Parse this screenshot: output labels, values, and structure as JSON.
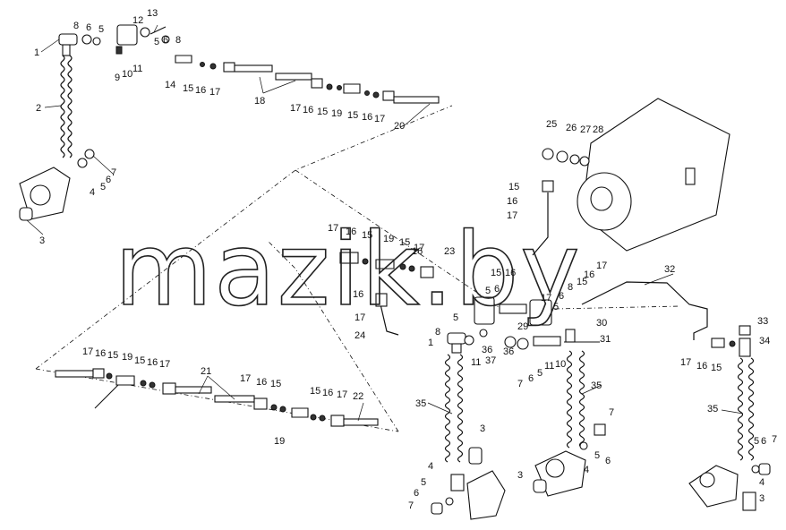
{
  "watermark": "mazik.by",
  "labels": [
    {
      "id": "l1a",
      "text": "1"
    },
    {
      "id": "l2",
      "text": "2"
    },
    {
      "id": "l3a",
      "text": "3"
    },
    {
      "id": "l4a",
      "text": "4"
    },
    {
      "id": "l5a",
      "text": "5"
    },
    {
      "id": "l6a",
      "text": "6"
    },
    {
      "id": "l7a",
      "text": "7"
    },
    {
      "id": "l8a",
      "text": "8"
    },
    {
      "id": "l6b",
      "text": "6"
    },
    {
      "id": "l5b",
      "text": "5"
    },
    {
      "id": "l12a",
      "text": "12"
    },
    {
      "id": "l13",
      "text": "13"
    },
    {
      "id": "l9",
      "text": "9"
    },
    {
      "id": "l10a",
      "text": "10"
    },
    {
      "id": "l11a",
      "text": "11"
    },
    {
      "id": "l5c",
      "text": "5"
    },
    {
      "id": "l6c",
      "text": "6"
    },
    {
      "id": "l8b",
      "text": "8"
    },
    {
      "id": "l14",
      "text": "14"
    },
    {
      "id": "l15a",
      "text": "15"
    },
    {
      "id": "l16a",
      "text": "16"
    },
    {
      "id": "l17a",
      "text": "17"
    },
    {
      "id": "l18",
      "text": "18"
    },
    {
      "id": "l17b",
      "text": "17"
    },
    {
      "id": "l16b",
      "text": "16"
    },
    {
      "id": "l15b",
      "text": "15"
    },
    {
      "id": "l19a",
      "text": "19"
    },
    {
      "id": "l15c",
      "text": "15"
    },
    {
      "id": "l16c",
      "text": "16"
    },
    {
      "id": "l17c",
      "text": "17"
    },
    {
      "id": "l20",
      "text": "20"
    },
    {
      "id": "l25",
      "text": "25"
    },
    {
      "id": "l26",
      "text": "26"
    },
    {
      "id": "l27",
      "text": "27"
    },
    {
      "id": "l28",
      "text": "28"
    },
    {
      "id": "l15d",
      "text": "15"
    },
    {
      "id": "l16d",
      "text": "16"
    },
    {
      "id": "l17d",
      "text": "17"
    },
    {
      "id": "l17e",
      "text": "17"
    },
    {
      "id": "l16e",
      "text": "16"
    },
    {
      "id": "l15e",
      "text": "15"
    },
    {
      "id": "l19b",
      "text": "19"
    },
    {
      "id": "l15f",
      "text": "15"
    },
    {
      "id": "l17f",
      "text": "17"
    },
    {
      "id": "l23",
      "text": "23"
    },
    {
      "id": "l16f",
      "text": "16"
    },
    {
      "id": "l16g",
      "text": "16"
    },
    {
      "id": "l17g",
      "text": "17"
    },
    {
      "id": "l24",
      "text": "24"
    },
    {
      "id": "l15g",
      "text": "15"
    },
    {
      "id": "l16h",
      "text": "16"
    },
    {
      "id": "l5d",
      "text": "5"
    },
    {
      "id": "l6d",
      "text": "6"
    },
    {
      "id": "l17h",
      "text": "17"
    },
    {
      "id": "l8c",
      "text": "8"
    },
    {
      "id": "l6e",
      "text": "6"
    },
    {
      "id": "l5e",
      "text": "5"
    },
    {
      "id": "l16i",
      "text": "16"
    },
    {
      "id": "l17i",
      "text": "17"
    },
    {
      "id": "l15h",
      "text": "15"
    },
    {
      "id": "l32",
      "text": "32"
    },
    {
      "id": "l29",
      "text": "29"
    },
    {
      "id": "l30",
      "text": "30"
    },
    {
      "id": "l5f",
      "text": "5"
    },
    {
      "id": "l8d",
      "text": "8"
    },
    {
      "id": "l1b",
      "text": "1"
    },
    {
      "id": "l36a",
      "text": "36"
    },
    {
      "id": "l37",
      "text": "37"
    },
    {
      "id": "l11b",
      "text": "11"
    },
    {
      "id": "l36b",
      "text": "36"
    },
    {
      "id": "l10b",
      "text": "10"
    },
    {
      "id": "l11c",
      "text": "11"
    },
    {
      "id": "l31",
      "text": "31"
    },
    {
      "id": "l7b",
      "text": "7"
    },
    {
      "id": "l6f",
      "text": "6"
    },
    {
      "id": "l5g",
      "text": "5"
    },
    {
      "id": "l33",
      "text": "33"
    },
    {
      "id": "l34",
      "text": "34"
    },
    {
      "id": "l17j",
      "text": "17"
    },
    {
      "id": "l16j",
      "text": "16"
    },
    {
      "id": "l15i",
      "text": "15"
    },
    {
      "id": "l17k",
      "text": "17"
    },
    {
      "id": "l16k",
      "text": "16"
    },
    {
      "id": "l15j",
      "text": "15"
    },
    {
      "id": "l19c",
      "text": "19"
    },
    {
      "id": "l15k",
      "text": "15"
    },
    {
      "id": "l16l",
      "text": "16"
    },
    {
      "id": "l17l",
      "text": "17"
    },
    {
      "id": "l21",
      "text": "21"
    },
    {
      "id": "l17m",
      "text": "17"
    },
    {
      "id": "l16m",
      "text": "16"
    },
    {
      "id": "l15l",
      "text": "15"
    },
    {
      "id": "l15m",
      "text": "15"
    },
    {
      "id": "l16n",
      "text": "16"
    },
    {
      "id": "l17n",
      "text": "17"
    },
    {
      "id": "l22",
      "text": "22"
    },
    {
      "id": "l19d",
      "text": "19"
    },
    {
      "id": "l35a",
      "text": "35"
    },
    {
      "id": "l35b",
      "text": "35"
    },
    {
      "id": "l35c",
      "text": "35"
    },
    {
      "id": "l3b",
      "text": "3"
    },
    {
      "id": "l4b",
      "text": "4"
    },
    {
      "id": "l5h",
      "text": "5"
    },
    {
      "id": "l6g",
      "text": "6"
    },
    {
      "id": "l7c",
      "text": "7"
    },
    {
      "id": "l3c",
      "text": "3"
    },
    {
      "id": "l4c",
      "text": "4"
    },
    {
      "id": "l5i",
      "text": "5"
    },
    {
      "id": "l6h",
      "text": "6"
    },
    {
      "id": "l7d",
      "text": "7"
    },
    {
      "id": "l5j",
      "text": "5"
    },
    {
      "id": "l6i",
      "text": "6"
    },
    {
      "id": "l7e",
      "text": "7"
    },
    {
      "id": "l4d",
      "text": "4"
    },
    {
      "id": "l3d",
      "text": "3"
    }
  ]
}
